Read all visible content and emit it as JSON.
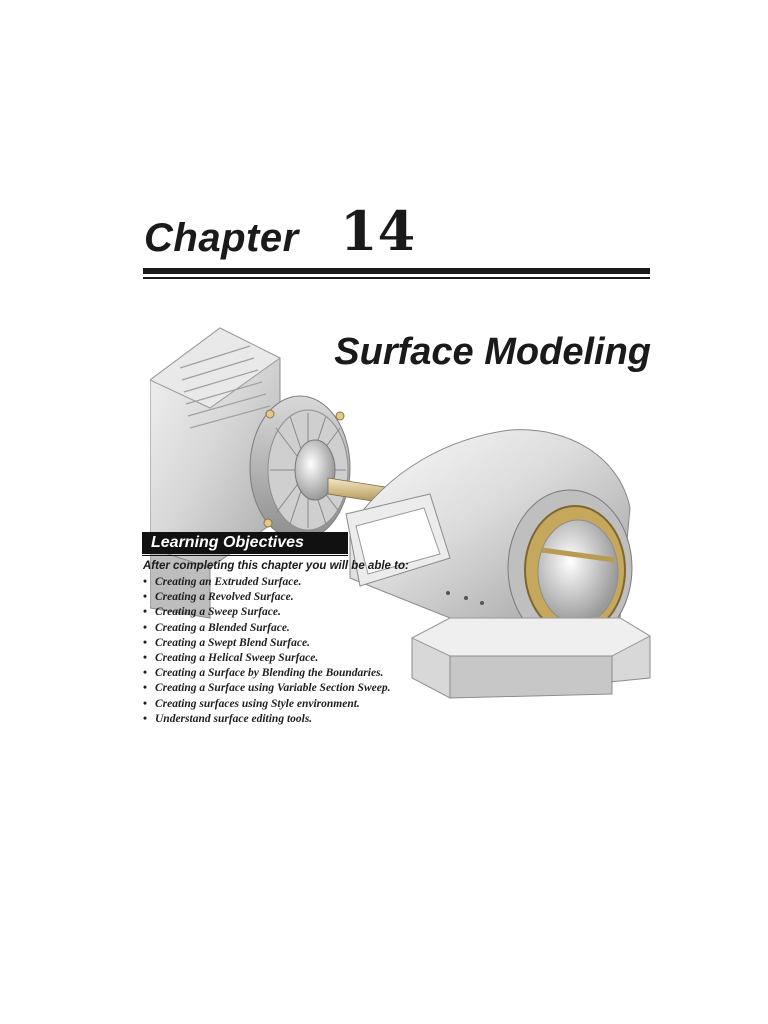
{
  "chapter": {
    "word": "Chapter",
    "number": "14",
    "title": "Surface Modeling"
  },
  "illustration": {
    "icon": "motor-pump-assembly-illustration"
  },
  "learning_objectives": {
    "heading": "Learning Objectives",
    "intro": "After completing this chapter you will be able to:",
    "items": [
      "Creating an Extruded Surface.",
      "Creating a Revolved Surface.",
      "Creating a Sweep Surface.",
      "Creating a Blended Surface.",
      "Creating a Swept Blend Surface.",
      "Creating a Helical Sweep Surface.",
      "Creating a Surface by Blending the Boundaries.",
      "Creating a Surface using Variable Section Sweep.",
      "Creating surfaces using Style environment.",
      "Understand surface editing tools."
    ],
    "bullet": "•"
  }
}
